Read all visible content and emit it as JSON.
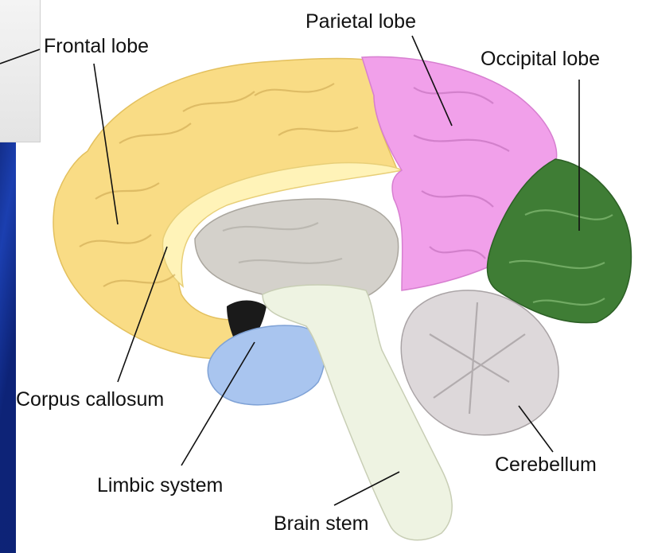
{
  "labels": {
    "frontal": "Frontal lobe",
    "parietal": "Parietal lobe",
    "occipital": "Occipital lobe",
    "corpus": "Corpus callosum",
    "limbic": "Limbic system",
    "cerebellum": "Cerebellum",
    "brainstem": "Brain stem"
  },
  "colors": {
    "frontal": "#f9dc85",
    "parietal": "#f1a0ea",
    "occipital": "#3f7d35",
    "limbic": "#a9c5ef",
    "cerebellum": "#ddd8da",
    "brainstem": "#eef3e2",
    "inner": "#d4d1cb",
    "slide_bg": "#0b1f6e"
  }
}
